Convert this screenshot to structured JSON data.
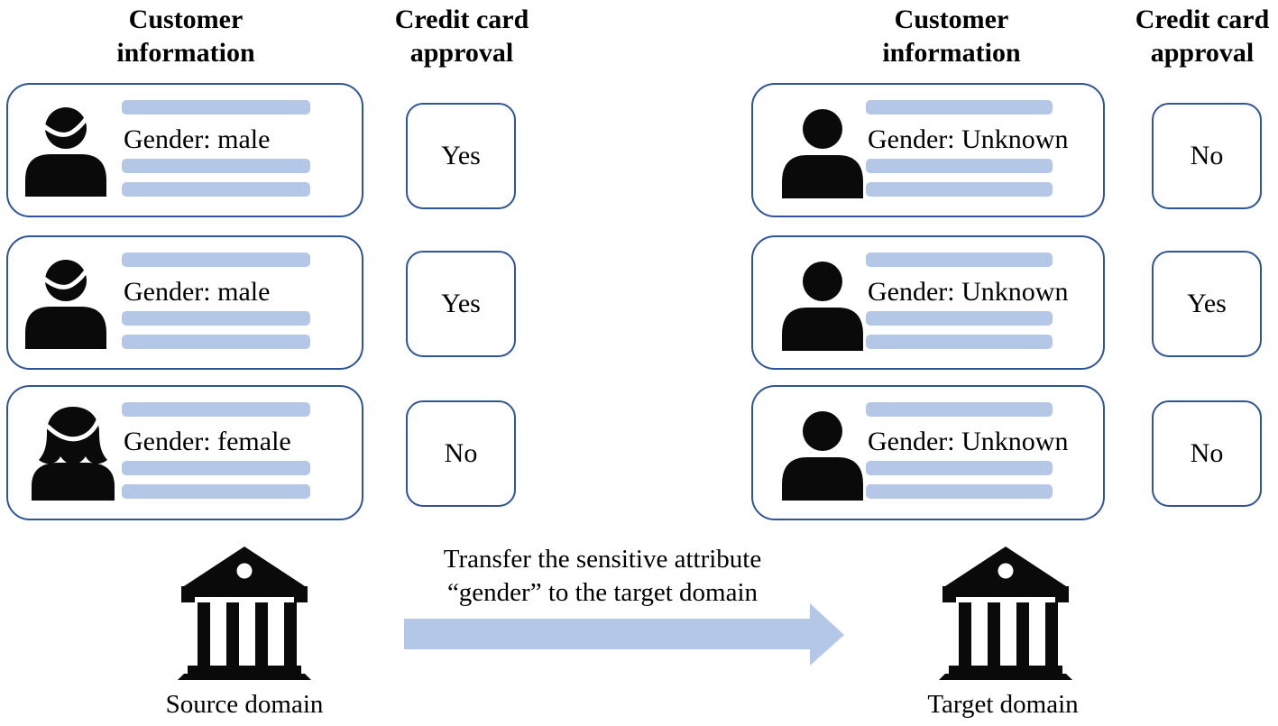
{
  "source": {
    "header_customer": "Customer information",
    "header_approval": "Credit card approval",
    "rows": [
      {
        "info": "Gender: male",
        "approval": "Yes",
        "icon": "male-person-icon"
      },
      {
        "info": "Gender: male",
        "approval": "Yes",
        "icon": "male-person-icon"
      },
      {
        "info": "Gender: female",
        "approval": "No",
        "icon": "female-person-icon"
      }
    ],
    "domain": "Source domain"
  },
  "target": {
    "header_customer": "Customer information",
    "header_approval": "Credit card approval",
    "rows": [
      {
        "info": "Gender: Unknown",
        "approval": "No",
        "icon": "person-icon"
      },
      {
        "info": "Gender: Unknown",
        "approval": "Yes",
        "icon": "person-icon"
      },
      {
        "info": "Gender: Unknown",
        "approval": "No",
        "icon": "person-icon"
      }
    ],
    "domain": "Target domain"
  },
  "transfer": {
    "line1": "Transfer the sensitive attribute",
    "line2": "“gender” to the target domain"
  },
  "colors": {
    "outline_blue": "#2f5597",
    "fill_light_blue": "#b4c7e7",
    "icon_black": "#0a0a0a"
  }
}
